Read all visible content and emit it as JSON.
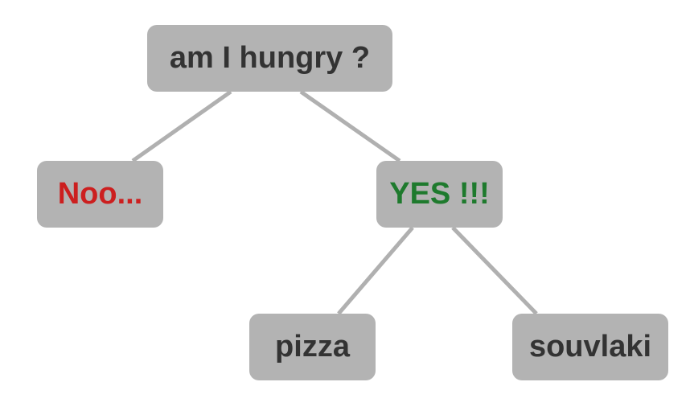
{
  "nodes": {
    "root": {
      "label": "am I hungry ?"
    },
    "no": {
      "label": "Noo..."
    },
    "yes": {
      "label": "YES !!!"
    },
    "pizza": {
      "label": "pizza"
    },
    "souvlaki": {
      "label": "souvlaki"
    }
  },
  "edges": [
    {
      "from": "root",
      "to": "no"
    },
    {
      "from": "root",
      "to": "yes"
    },
    {
      "from": "yes",
      "to": "pizza"
    },
    {
      "from": "yes",
      "to": "souvlaki"
    }
  ],
  "colors": {
    "node_fill": "#b3b3b3",
    "edge": "#b0b0b0",
    "text_default": "#333333",
    "text_no": "#cc1f1f",
    "text_yes": "#1e7a2d"
  }
}
